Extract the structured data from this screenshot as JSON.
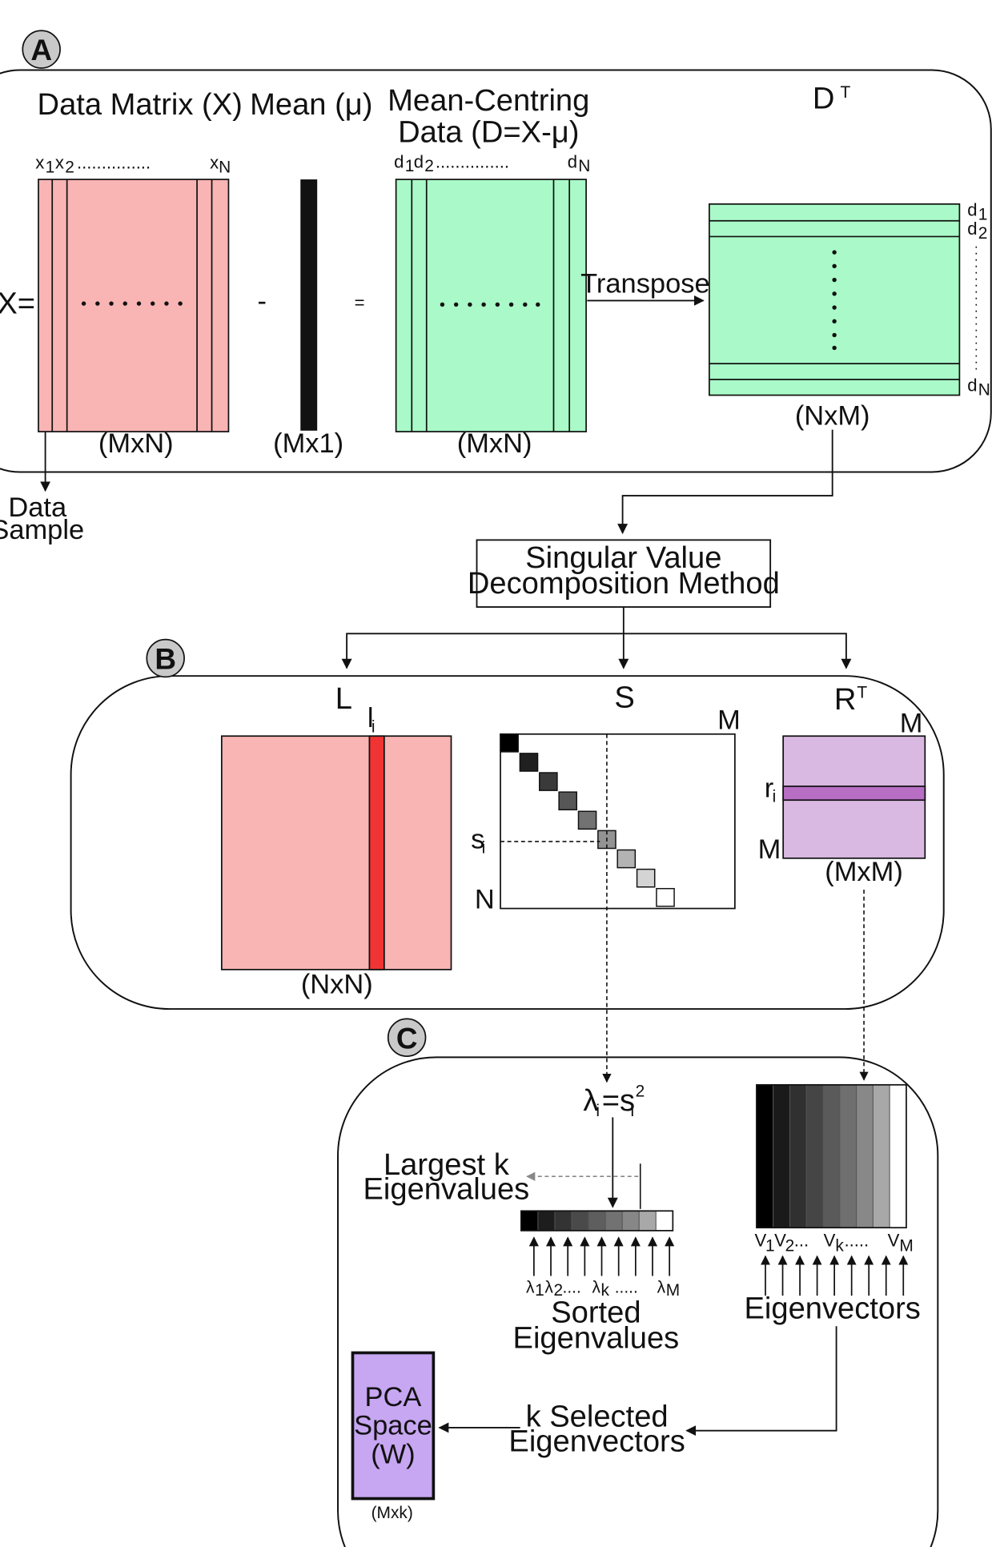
{
  "sections": {
    "a": {
      "badge": "A",
      "data_matrix_title": "Data Matrix (X)",
      "mean_title": "Mean (μ)",
      "mean_centring_title_line1": "Mean-Centring",
      "mean_centring_title_line2": "Data (D=X-μ)",
      "transposed_title": "D",
      "transposed_sup": "T",
      "x_equals": "X=",
      "minus_sign": "-",
      "equals_sign": "=",
      "x_cols": {
        "first": "x",
        "first_sub": "1",
        "second": "x",
        "second_sub": "2",
        "dots": "...............",
        "last": "x",
        "last_sub": "N"
      },
      "d_cols": {
        "first": "d",
        "first_sub": "1",
        "second": "d",
        "second_sub": "2",
        "dots": "...............",
        "last": "d",
        "last_sub": "N"
      },
      "dt_rows": {
        "first": "d",
        "first_sub": "1",
        "second": "d",
        "second_sub": "2",
        "last": "d",
        "last_sub": "N"
      },
      "transpose_label": "Transpose",
      "dims": {
        "data_matrix": "(MxN)",
        "mean": "(Mx1)",
        "mean_centring": "(MxN)",
        "transposed": "(NxM)"
      },
      "data_sample_line1": "Data",
      "data_sample_line2": "Sample"
    },
    "svd": {
      "line1": "Singular Value",
      "line2": "Decomposition Method"
    },
    "b": {
      "badge": "B",
      "l_label": "L",
      "l_col": "l",
      "l_col_sub": "i",
      "l_dims": "(NxN)",
      "s_label": "S",
      "s_m": "M",
      "s_n": "N",
      "s_si": "s",
      "s_si_sub": "i",
      "r_label": "R",
      "r_sup": "T",
      "r_top_m": "M",
      "r_left_m": "M",
      "r_row": "r",
      "r_row_sub": "i",
      "r_dims": "(MxM)"
    },
    "c": {
      "badge": "C",
      "lambda_formula": {
        "lam": "λ",
        "sub": "i",
        "eq": "=s",
        "sub2": "i",
        "sup": "2"
      },
      "largest_line1": "Largest k",
      "largest_line2": "Eigenvalues",
      "lambda_labels": {
        "first": "λ",
        "first_sub": "1",
        "second": "λ",
        "second_sub": "2",
        "dots1": "....",
        "k": "λ",
        "k_sub": "k",
        "dots2": ".....",
        "last": "λ",
        "last_sub": "M"
      },
      "sorted_line1": "Sorted",
      "sorted_line2": "Eigenvalues",
      "v_labels": {
        "first": "V",
        "first_sub": "1",
        "second": "V",
        "second_sub": "2",
        "dots1": "...",
        "k": "V",
        "k_sub": "k",
        "dots2": ".....",
        "last": "V",
        "last_sub": "M"
      },
      "eigenvectors_label": "Eigenvectors",
      "selected_line1": "k Selected",
      "selected_line2": "Eigenvectors",
      "pca_line1": "PCA",
      "pca_line2": "Space",
      "pca_line3": "(W)",
      "pca_dims": "(Mxk)"
    }
  },
  "colors": {
    "pink_matrix": "#f9b4b4",
    "red_column": "#f03434",
    "green_matrix": "#a9fac8",
    "purple_matrix": "#d9b8e2",
    "purple_row": "#b76ec3",
    "pca_fill": "#c7a6f2",
    "badge_fill": "#c9c9c9"
  },
  "gradients": {
    "diagonal_blocks": [
      "#000000",
      "#202020",
      "#3a3a3a",
      "#565656",
      "#727272",
      "#939393",
      "#b3b3b3",
      "#d4d4d4",
      "#ffffff"
    ],
    "eigenvalue_cells": [
      "#000000",
      "#1d1d1d",
      "#333333",
      "#4a4a4a",
      "#5e5e5e",
      "#727272",
      "#878787",
      "#a8a8a8",
      "#ffffff"
    ],
    "eigenvector_columns": [
      "#000000",
      "#1a1a1a",
      "#303030",
      "#454545",
      "#5a5a5a",
      "#6f6f6f",
      "#888888",
      "#a8a8a8",
      "#ffffff"
    ]
  }
}
